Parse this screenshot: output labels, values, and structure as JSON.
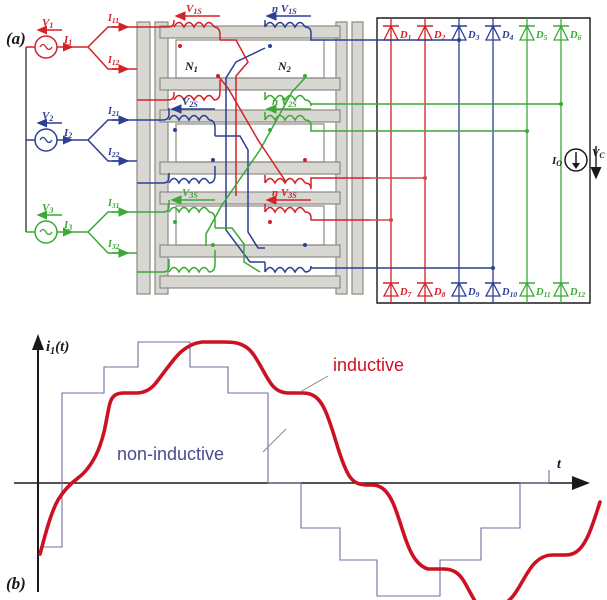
{
  "figure": {
    "panel_a_label": "(a)",
    "panel_b_label": "(b)"
  },
  "colors": {
    "phase1_red": "#d42027",
    "phase2_blue": "#2b3f93",
    "phase3_green": "#3aa935",
    "core_grey": "#d9d7d2",
    "core_outline": "#8c8a85",
    "black": "#1a1a1a",
    "noninductive_purple": "#5b5b97",
    "inductive_red": "#cc1122"
  },
  "circuit": {
    "sources": [
      {
        "voltage": "V",
        "voltage_sub": "1",
        "current": "I",
        "current_sub": "1",
        "color_key": "phase1_red"
      },
      {
        "voltage": "V",
        "voltage_sub": "2",
        "current": "I",
        "current_sub": "2",
        "color_key": "phase2_blue"
      },
      {
        "voltage": "V",
        "voltage_sub": "3",
        "current": "I",
        "current_sub": "3",
        "color_key": "phase3_green"
      }
    ],
    "branch_currents": [
      {
        "base": "I",
        "sub": "11"
      },
      {
        "base": "I",
        "sub": "12"
      },
      {
        "base": "I",
        "sub": "21"
      },
      {
        "base": "I",
        "sub": "22"
      },
      {
        "base": "I",
        "sub": "31"
      },
      {
        "base": "I",
        "sub": "32"
      }
    ],
    "primary_turns_label": "N",
    "primary_turns_sub": "1",
    "secondary_turns_label": "N",
    "secondary_turns_sub": "2",
    "winding_voltages_primary": [
      {
        "text": "V",
        "sub": "1S"
      },
      {
        "text": "V",
        "sub": "2S"
      },
      {
        "text": "V",
        "sub": "3S"
      }
    ],
    "winding_voltages_secondary": [
      {
        "prefix": "n ",
        "text": "V",
        "sub": "1S"
      },
      {
        "prefix": "n ",
        "text": "V",
        "sub": "2S"
      },
      {
        "prefix": "n ",
        "text": "V",
        "sub": "3S"
      }
    ],
    "diodes_top": [
      {
        "base": "D",
        "sub": "1",
        "color_key": "phase1_red"
      },
      {
        "base": "D",
        "sub": "2",
        "color_key": "phase1_red"
      },
      {
        "base": "D",
        "sub": "3",
        "color_key": "phase2_blue"
      },
      {
        "base": "D",
        "sub": "4",
        "color_key": "phase2_blue"
      },
      {
        "base": "D",
        "sub": "5",
        "color_key": "phase3_green"
      },
      {
        "base": "D",
        "sub": "6",
        "color_key": "phase3_green"
      }
    ],
    "diodes_bottom": [
      {
        "base": "D",
        "sub": "7",
        "color_key": "phase1_red"
      },
      {
        "base": "D",
        "sub": "8",
        "color_key": "phase1_red"
      },
      {
        "base": "D",
        "sub": "9",
        "color_key": "phase2_blue"
      },
      {
        "base": "D",
        "sub": "10",
        "color_key": "phase2_blue"
      },
      {
        "base": "D",
        "sub": "11",
        "color_key": "phase3_green"
      },
      {
        "base": "D",
        "sub": "12",
        "color_key": "phase3_green"
      }
    ],
    "output": {
      "current_label": "I",
      "current_sub": "O",
      "voltage_label": "V",
      "voltage_sub": "C"
    }
  },
  "chart_data": {
    "type": "line",
    "title": "",
    "xlabel": "t",
    "ylabel": "i1(t)",
    "ylabel_base": "i",
    "ylabel_sub": "1",
    "ylabel_suffix": "(t)",
    "grid": false,
    "legend_position": "inline-annotations",
    "annotations": [
      {
        "text": "inductive",
        "color_key": "inductive_red"
      },
      {
        "text": "non-inductive",
        "color_key": "noninductive_purple"
      }
    ],
    "axis_ranges": {
      "x": [
        0,
        12
      ],
      "y": [
        -4,
        4
      ]
    },
    "series": [
      {
        "name": "non-inductive",
        "style": "staircase",
        "x": [
          0.0,
          0.55,
          0.55,
          1.45,
          1.45,
          2.2,
          2.2,
          3.3,
          3.3,
          4.1,
          4.1,
          4.95,
          4.95,
          5.65,
          5.65,
          6.45,
          6.45,
          7.35,
          7.35,
          8.5,
          8.5,
          9.35,
          9.35,
          10.1,
          10.1,
          10.9,
          10.9,
          11.6
        ],
        "y": [
          -2.6,
          -2.6,
          1.0,
          1.0,
          2.2,
          2.2,
          3.2,
          3.2,
          2.2,
          2.2,
          1.0,
          1.0,
          -1.0,
          -1.0,
          -2.2,
          -2.2,
          -3.2,
          -3.2,
          -3.2,
          -3.2,
          -2.2,
          -2.2,
          -1.0,
          -1.0,
          -1.0,
          -1.0,
          0.0,
          0.0
        ]
      },
      {
        "name": "inductive",
        "style": "smoothed",
        "description": "Smoothed filtered version of the staircase with rounded transitions and flat plateaus",
        "plateaus": [
          {
            "x_start": 0.75,
            "x_end": 1.45,
            "y": 1.0
          },
          {
            "x_start": 2.4,
            "x_end": 3.3,
            "y": 2.2
          },
          {
            "x_start": 3.9,
            "x_end": 5.2,
            "y": 3.2
          },
          {
            "x_start": 5.9,
            "x_end": 6.6,
            "y": 2.2
          },
          {
            "x_start": 7.1,
            "x_end": 7.85,
            "y": 1.0
          },
          {
            "x_start": 8.6,
            "x_end": 9.4,
            "y": -1.0
          },
          {
            "x_start": 9.9,
            "x_end": 11.0,
            "y": -2.2
          },
          {
            "x_start": 11.6,
            "x_end": 12.0,
            "y": -3.2
          }
        ]
      }
    ]
  }
}
